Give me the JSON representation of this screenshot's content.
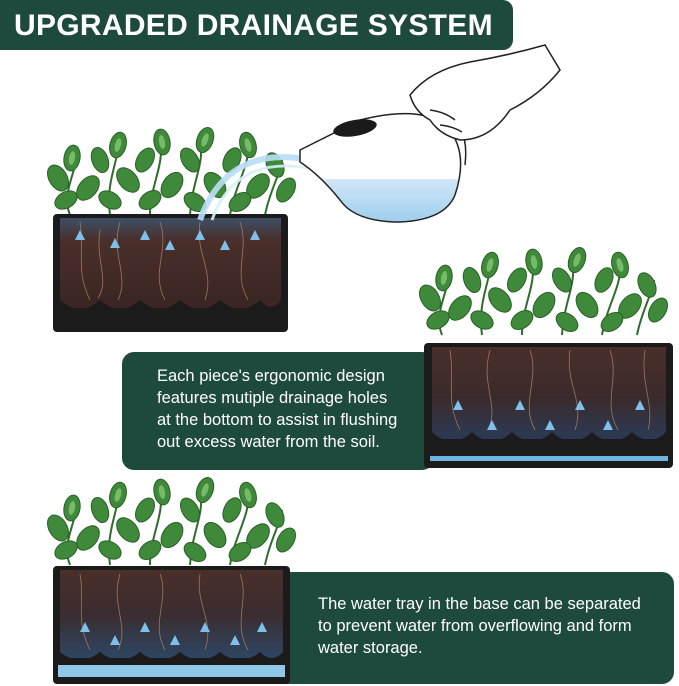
{
  "banner": {
    "title": "UPGRADED DRAINAGE SYSTEM"
  },
  "panel_middle": {
    "lines": [
      "Each piece's ergonomic design",
      "features mutiple drainage holes",
      "at the bottom to assist in flushing",
      "out excess water from the soil."
    ]
  },
  "panel_bottom": {
    "lines": [
      "The water tray in the base can be separated",
      "to prevent water from overflowing and form",
      "water storage."
    ]
  },
  "colors": {
    "brand_green": "#1e4a3e",
    "soil": "#4a2f2a",
    "water": "#8fc8e8",
    "leaf": "#3f8a3a"
  },
  "icons": [
    "watering-can-icon",
    "hand-icon",
    "planter-icon",
    "water-arrow-icon"
  ]
}
